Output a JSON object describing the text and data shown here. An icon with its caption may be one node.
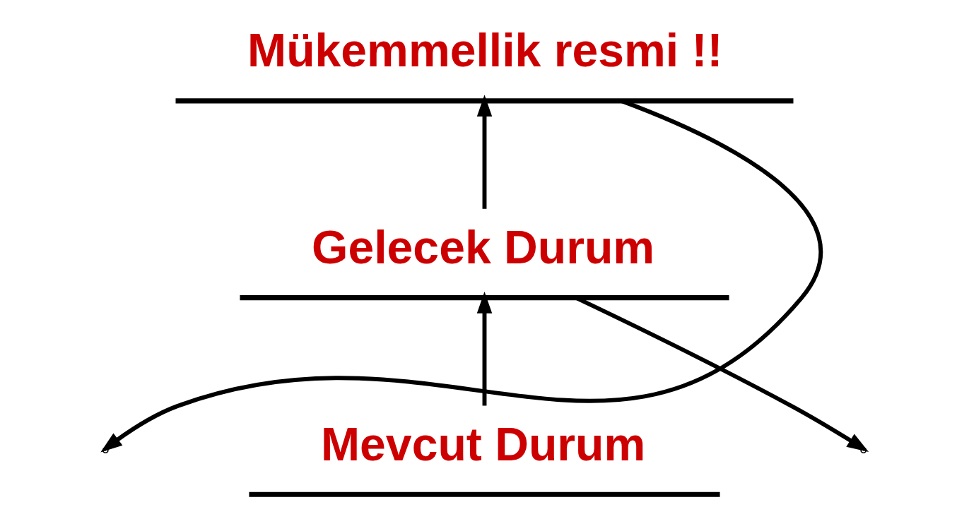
{
  "diagram": {
    "nodes": [
      {
        "text": [
          "Mevcut Durum"
        ]
      },
      {
        "text": [
          "Gelecek Durum"
        ]
      },
      {
        "text": [
          "Mükemmellik resmi !!"
        ]
      }
    ],
    "edges": [
      {
        "from": 0,
        "to": 1,
        "arrow": "to"
      },
      {
        "from": 1,
        "to": 2,
        "arrow": "to"
      },
      {
        "from": 1,
        "to": null,
        "arrow": "to"
      },
      {
        "from": 2,
        "to": null,
        "arrow": "to"
      }
    ]
  }
}
